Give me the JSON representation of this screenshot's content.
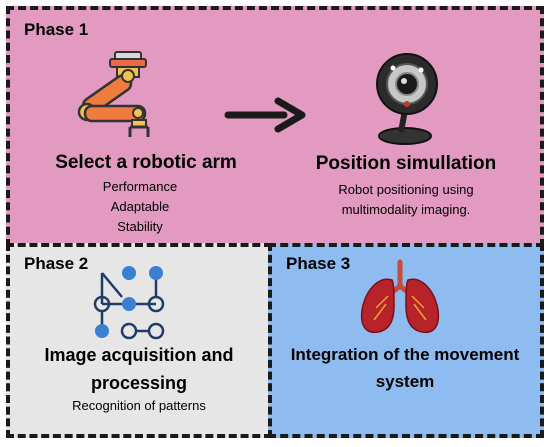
{
  "phase1": {
    "title": "Phase 1",
    "left": {
      "heading": "Select a robotic arm",
      "items": [
        "Performance",
        "Adaptable",
        "Stability"
      ]
    },
    "right": {
      "heading": "Position simullation",
      "desc_line1": "Robot positioning using",
      "desc_line2": "multimodality imaging."
    },
    "icons": [
      "robotic-arm-icon",
      "arrow-right-icon",
      "webcam-icon"
    ]
  },
  "phase2": {
    "title": "Phase 2",
    "heading_line1": "Image acquisition and",
    "heading_line2": "processing",
    "desc": "Recognition of patterns",
    "icons": [
      "node-pattern-icon"
    ]
  },
  "phase3": {
    "title": "Phase 3",
    "heading_line1": "Integration of the movement",
    "heading_line2": "system",
    "icons": [
      "lungs-icon"
    ]
  },
  "colors": {
    "phase1_bg": "#e39ac0",
    "phase2_bg": "#e6e6e6",
    "phase3_bg": "#8ebcf0",
    "border": "#1a1a1a",
    "node_blue": "#3a7fd0",
    "node_outline": "#1f3d66"
  }
}
